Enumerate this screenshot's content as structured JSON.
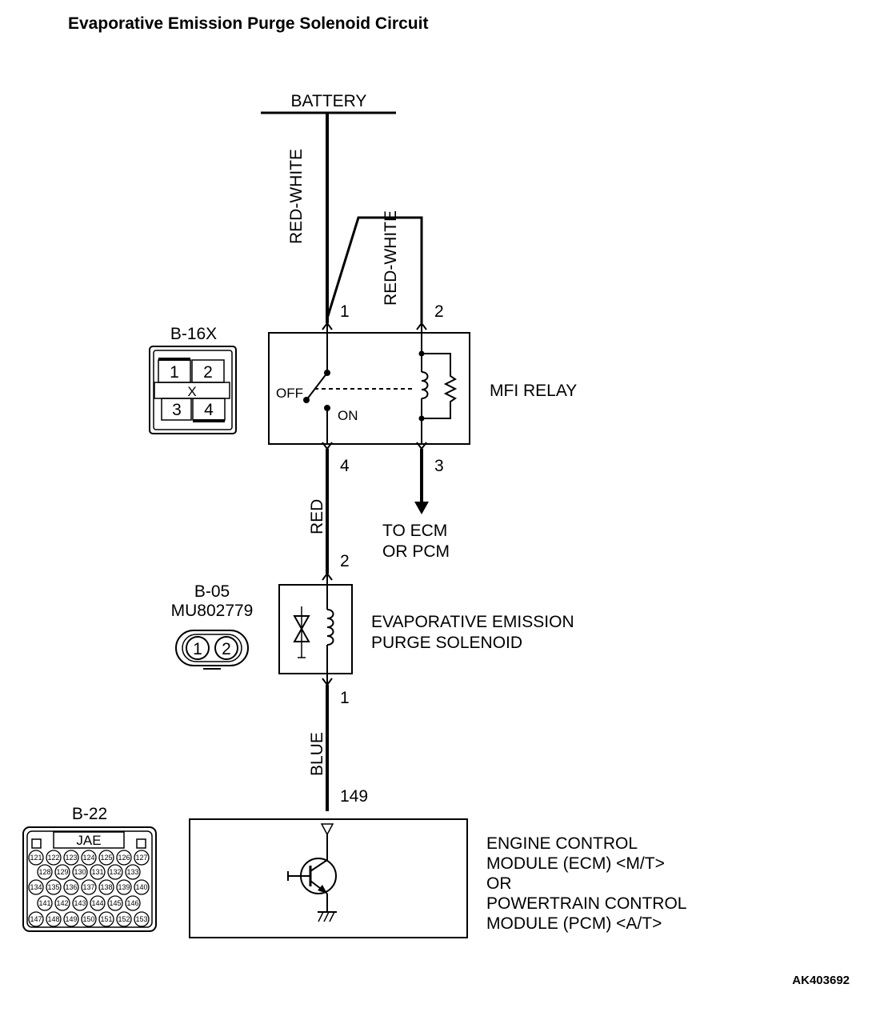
{
  "title": "Evaporative Emission Purge Solenoid Circuit",
  "battery": "BATTERY",
  "wires": {
    "battery_to_relay_1": "RED-WHITE",
    "battery_to_relay_2": "RED-WHITE",
    "relay_to_solenoid": "RED",
    "solenoid_to_ecm": "BLUE"
  },
  "pins": {
    "relay_1": "1",
    "relay_2": "2",
    "relay_4": "4",
    "relay_3": "3",
    "solenoid_2": "2",
    "solenoid_1": "1",
    "ecm_149": "149"
  },
  "relay": {
    "name": "MFI RELAY",
    "off_label": "OFF",
    "on_label": "ON",
    "connector": "B-16X",
    "connector_pins": [
      "1",
      "2",
      "3",
      "4"
    ],
    "connector_mark": "X"
  },
  "to_ecm": [
    "TO ECM",
    "OR PCM"
  ],
  "solenoid": {
    "name": [
      "EVAPORATIVE EMISSION",
      "PURGE SOLENOID"
    ],
    "connector": "B-05",
    "part_number": "MU802779",
    "connector_pins": [
      "1",
      "2"
    ]
  },
  "ecm": {
    "name": [
      "ENGINE CONTROL",
      "MODULE (ECM) <M/T>",
      "OR",
      "POWERTRAIN CONTROL",
      "MODULE (PCM) <A/T>"
    ],
    "connector": "B-22",
    "connector_tag": "JAE",
    "connector_rows": [
      [
        "121",
        "122",
        "123",
        "124",
        "125",
        "126",
        "127"
      ],
      [
        "128",
        "129",
        "130",
        "131",
        "132",
        "133"
      ],
      [
        "134",
        "135",
        "136",
        "137",
        "138",
        "139",
        "140"
      ],
      [
        "141",
        "142",
        "143",
        "144",
        "145",
        "146"
      ],
      [
        "147",
        "148",
        "149",
        "150",
        "151",
        "152",
        "153"
      ]
    ]
  },
  "figure_code": "AK403692"
}
